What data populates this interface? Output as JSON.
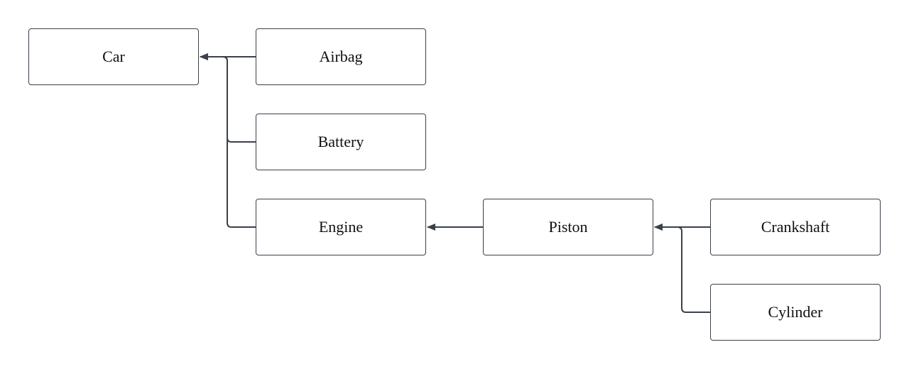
{
  "nodes": {
    "car": "Car",
    "airbag": "Airbag",
    "battery": "Battery",
    "engine": "Engine",
    "piston": "Piston",
    "crankshaft": "Crankshaft",
    "cylinder": "Cylinder"
  },
  "edges": [
    {
      "from": "Airbag",
      "to": "Car"
    },
    {
      "from": "Battery",
      "to": "Car"
    },
    {
      "from": "Engine",
      "to": "Car"
    },
    {
      "from": "Piston",
      "to": "Engine"
    },
    {
      "from": "Crankshaft",
      "to": "Piston"
    },
    {
      "from": "Cylinder",
      "to": "Piston"
    }
  ],
  "colors": {
    "connector": "#3a414a",
    "node_border": "#3a414a",
    "text": "#111111",
    "background": "#ffffff"
  }
}
